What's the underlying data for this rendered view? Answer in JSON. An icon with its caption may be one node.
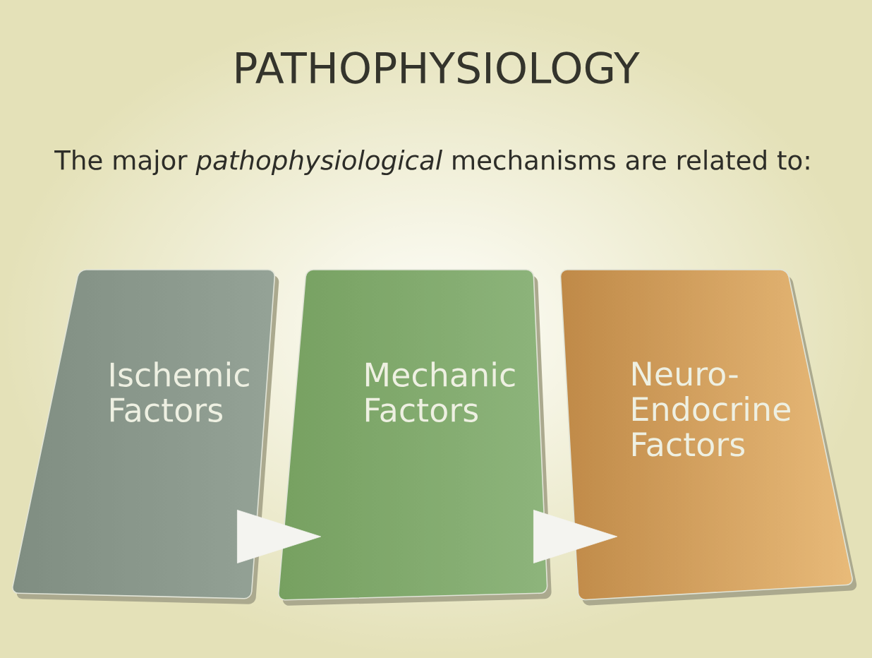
{
  "diagram": {
    "title": "PATHOPHYSIOLOGY",
    "nodes": [
      {
        "text": [
          "Ischemic Factors"
        ]
      },
      {
        "text": [
          "Mechanic Factors"
        ]
      },
      {
        "text": [
          "Neuro- Endocrine Factors"
        ]
      }
    ],
    "edges": [
      {
        "from": 0,
        "to": 1,
        "arrow": "to"
      },
      {
        "from": 1,
        "to": 2,
        "arrow": "to"
      }
    ],
    "labels": [
      "The major *pathophysiological* mechanisms are related to:"
    ]
  }
}
